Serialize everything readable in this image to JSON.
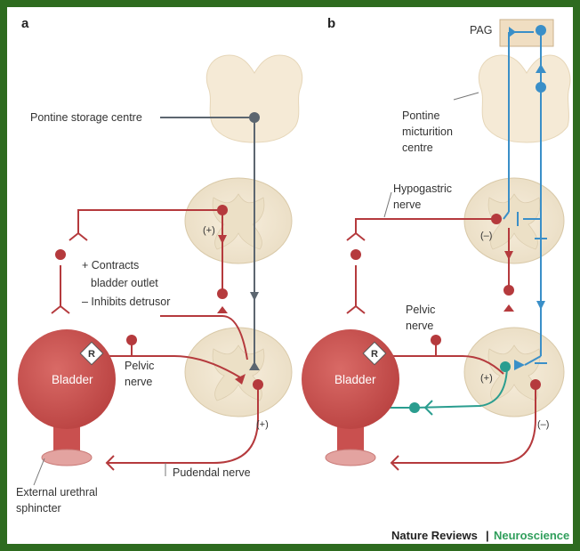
{
  "panels": {
    "a": {
      "label": "a",
      "pontine_storage": "Pontine storage centre",
      "contracts": "+ Contracts",
      "bladder_outlet": "bladder outlet",
      "inhibits": "– Inhibits detrusor",
      "bladder": "Bladder",
      "r_badge": "R",
      "pelvic_line1": "Pelvic",
      "pelvic_line2": "nerve",
      "pudendal": "Pudendal nerve",
      "sphincter_line1": "External urethral",
      "sphincter_line2": "sphincter",
      "upper_sign": "(+)",
      "lower_sign": "(+)"
    },
    "b": {
      "label": "b",
      "pag": "PAG",
      "pontine_line1": "Pontine",
      "pontine_line2": "micturition",
      "pontine_line3": "centre",
      "hypo_line1": "Hypogastric",
      "hypo_line2": "nerve",
      "pelvic_line1": "Pelvic",
      "pelvic_line2": "nerve",
      "bladder": "Bladder",
      "r_badge": "R",
      "upper_sign": "(–)",
      "inner_sign": "(+)",
      "lower_sign": "(–)"
    }
  },
  "footer": {
    "journal": "Nature Reviews",
    "separator": "|",
    "field": "Neuroscience"
  },
  "colors": {
    "border": "#2e6b1f",
    "nerve_red": "#b53a3d",
    "nerve_blue": "#3a8fc8",
    "nerve_gray": "#5c6670",
    "nerve_teal": "#2a9d8f",
    "tissue": "#f5ead6",
    "bladder": "#c9504f",
    "field_green": "#2f9e5b"
  }
}
